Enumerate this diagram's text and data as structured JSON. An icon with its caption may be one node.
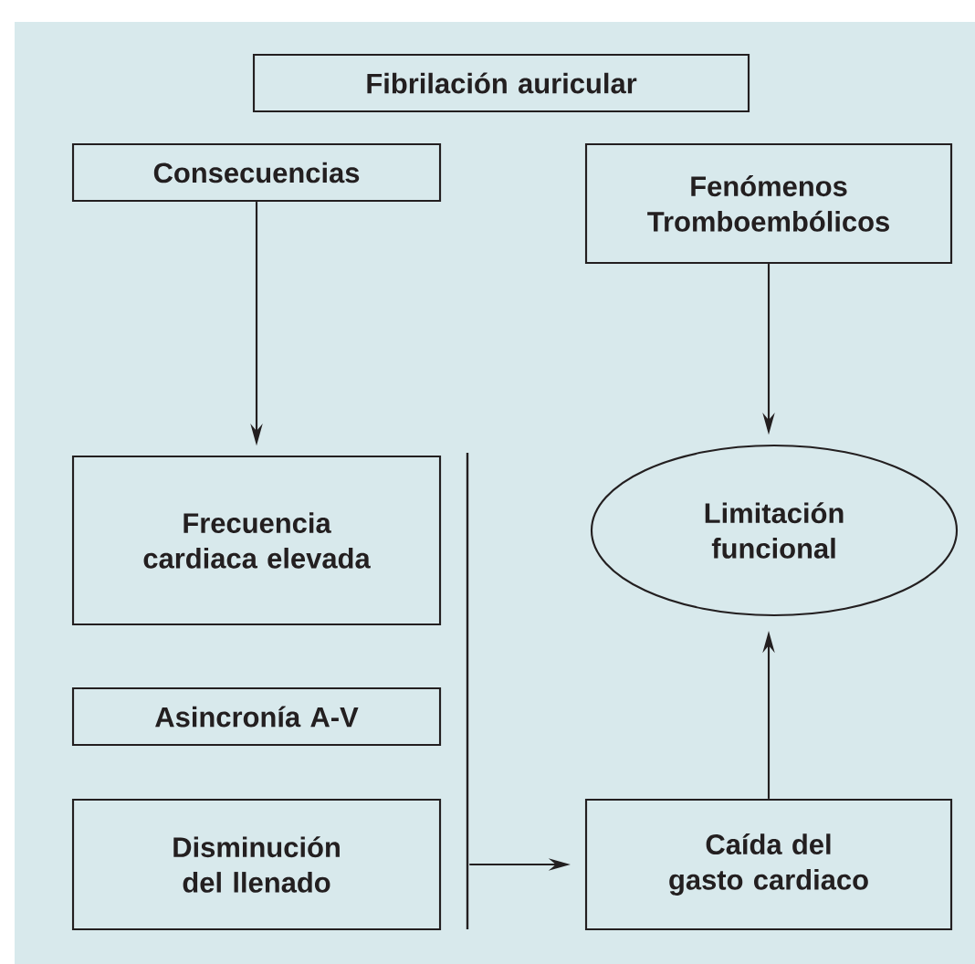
{
  "diagram": {
    "nodes": [
      {
        "text": [
          "Fibrilación auricular"
        ]
      },
      {
        "text": [
          "Consecuencias"
        ]
      },
      {
        "text": [
          "Fenómenos Tromboembólicos"
        ]
      },
      {
        "text": [
          "Frecuencia cardiaca elevada"
        ]
      },
      {
        "text": [
          "Asincronía A-V"
        ]
      },
      {
        "text": [
          "Disminución del llenado"
        ]
      },
      {
        "text": [],
        "shape": "bar"
      },
      {
        "text": [
          "Limitación funcional"
        ]
      },
      {
        "text": [
          "Caída del gasto cardiaco"
        ]
      }
    ],
    "edges": [
      {
        "from": 1,
        "to": 3,
        "arrow": "to"
      },
      {
        "from": 2,
        "to": 7,
        "arrow": "to"
      },
      {
        "from": 6,
        "to": 8,
        "arrow": "to"
      },
      {
        "from": 8,
        "to": 7,
        "arrow": "to"
      }
    ]
  }
}
